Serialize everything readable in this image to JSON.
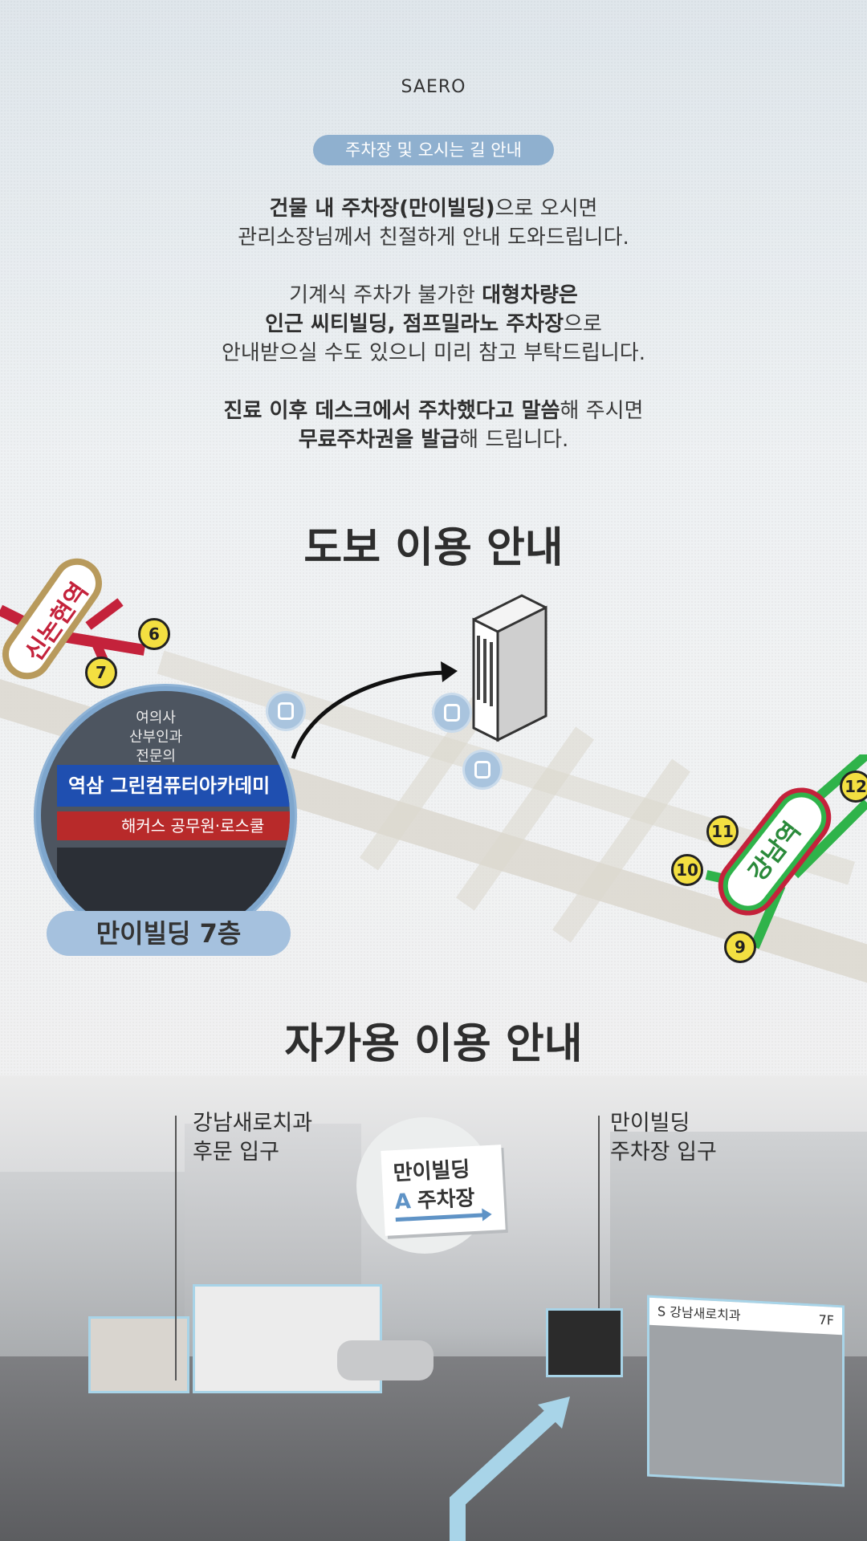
{
  "brand": "SAERO",
  "pill": "주차장 및 오시는 길 안내",
  "intro": {
    "p1": {
      "b1": "건물 내 주차장(만이빌딩)",
      "t1": "으로 오시면",
      "t2": "관리소장님께서 친절하게 안내 도와드립니다."
    },
    "p2": {
      "t1": "기계식 주차가 불가한 ",
      "b1": "대형차량은",
      "b2": "인근 씨티빌딩, 점프밀라노 주차장",
      "t2": "으로",
      "t3": "안내받으실 수도 있으니 미리 참고 부탁드립니다."
    },
    "p3": {
      "b1": "진료 이후 데스크에서 주차했다고 말씀",
      "t1": "해 주시면",
      "b2": "무료주차권을 발급",
      "t2": "해 드립니다."
    }
  },
  "walk": {
    "title": "도보 이용 안내",
    "building_label": "만이빌딩 7층",
    "photo_sign_top": "여의사\n산부인과\n전문의",
    "photo_sign_blue": "역삼 그린컴퓨터아카데미",
    "photo_sign_red": "해커스 공무원·로스쿨",
    "stations": [
      {
        "name": "신논현역",
        "exits": [
          "6",
          "7"
        ]
      },
      {
        "name": "강남역",
        "exits": [
          "9",
          "10",
          "11",
          "12"
        ]
      }
    ]
  },
  "car": {
    "title": "자가용 이용 안내",
    "left_label_1": "강남새로치과",
    "left_label_2": "후문 입구",
    "right_label_1": "만이빌딩",
    "right_label_2": "주차장 입구",
    "sign_line_1": "만이빌딩",
    "sign_letter": "A",
    "sign_line_2": "주차장",
    "shop_sign": "S 강남새로치과",
    "shop_floor": "7F"
  },
  "colors": {
    "accent": "#8fb0cf",
    "shinbundang": "#c4223b",
    "line2": "#2fb34a",
    "exit": "#f3df41"
  }
}
